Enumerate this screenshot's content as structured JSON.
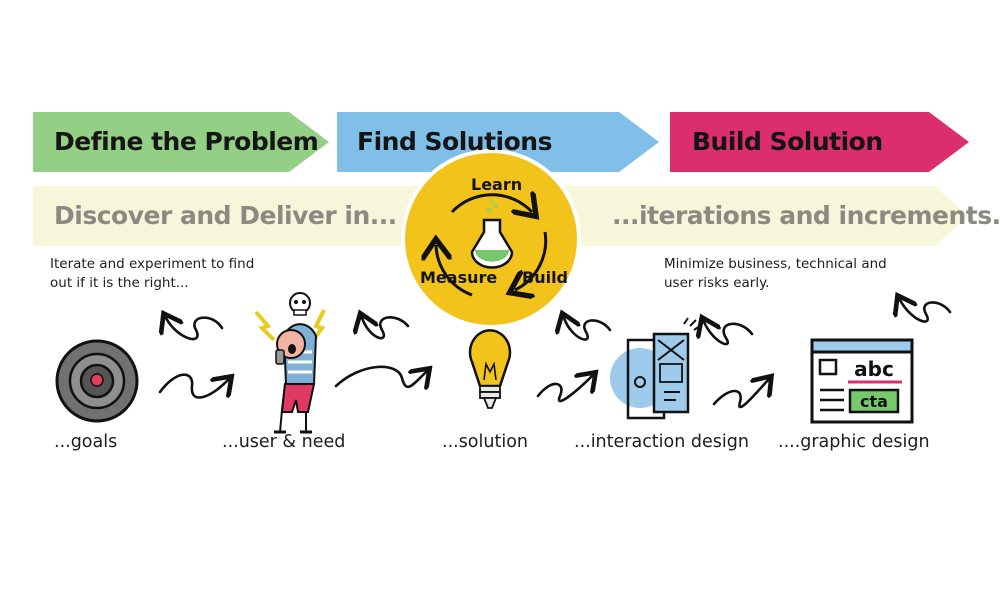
{
  "phases": [
    {
      "label": "Define the Problem",
      "color": "#93cf84"
    },
    {
      "label": "Find Solutions",
      "color": "#7fbfe8"
    },
    {
      "label": "Build Solution",
      "color": "#dc2e6d"
    }
  ],
  "banner": {
    "left_text": "Discover  and Deliver in...",
    "right_text": "...iterations and increments.",
    "color": "#f6f6db"
  },
  "cycle": {
    "learn": "Learn",
    "measure": "Measure",
    "build": "Build",
    "ring_color": "#f2c31b"
  },
  "notes": {
    "left": [
      "Iterate and experiment to find",
      "out if it  is the right..."
    ],
    "right": [
      "Minimize business, technical and",
      "user risks early."
    ]
  },
  "steps": [
    {
      "label": "...goals",
      "icon": "target-icon"
    },
    {
      "label": "...user & need",
      "icon": "stressed-user-icon"
    },
    {
      "label": "...solution",
      "icon": "lightbulb-icon"
    },
    {
      "label": "...interaction design",
      "icon": "wireframe-icon"
    },
    {
      "label": "....graphic design",
      "icon": "browser-mockup-icon"
    }
  ],
  "mockup": {
    "text_abc": "abc",
    "text_cta": "cta"
  }
}
